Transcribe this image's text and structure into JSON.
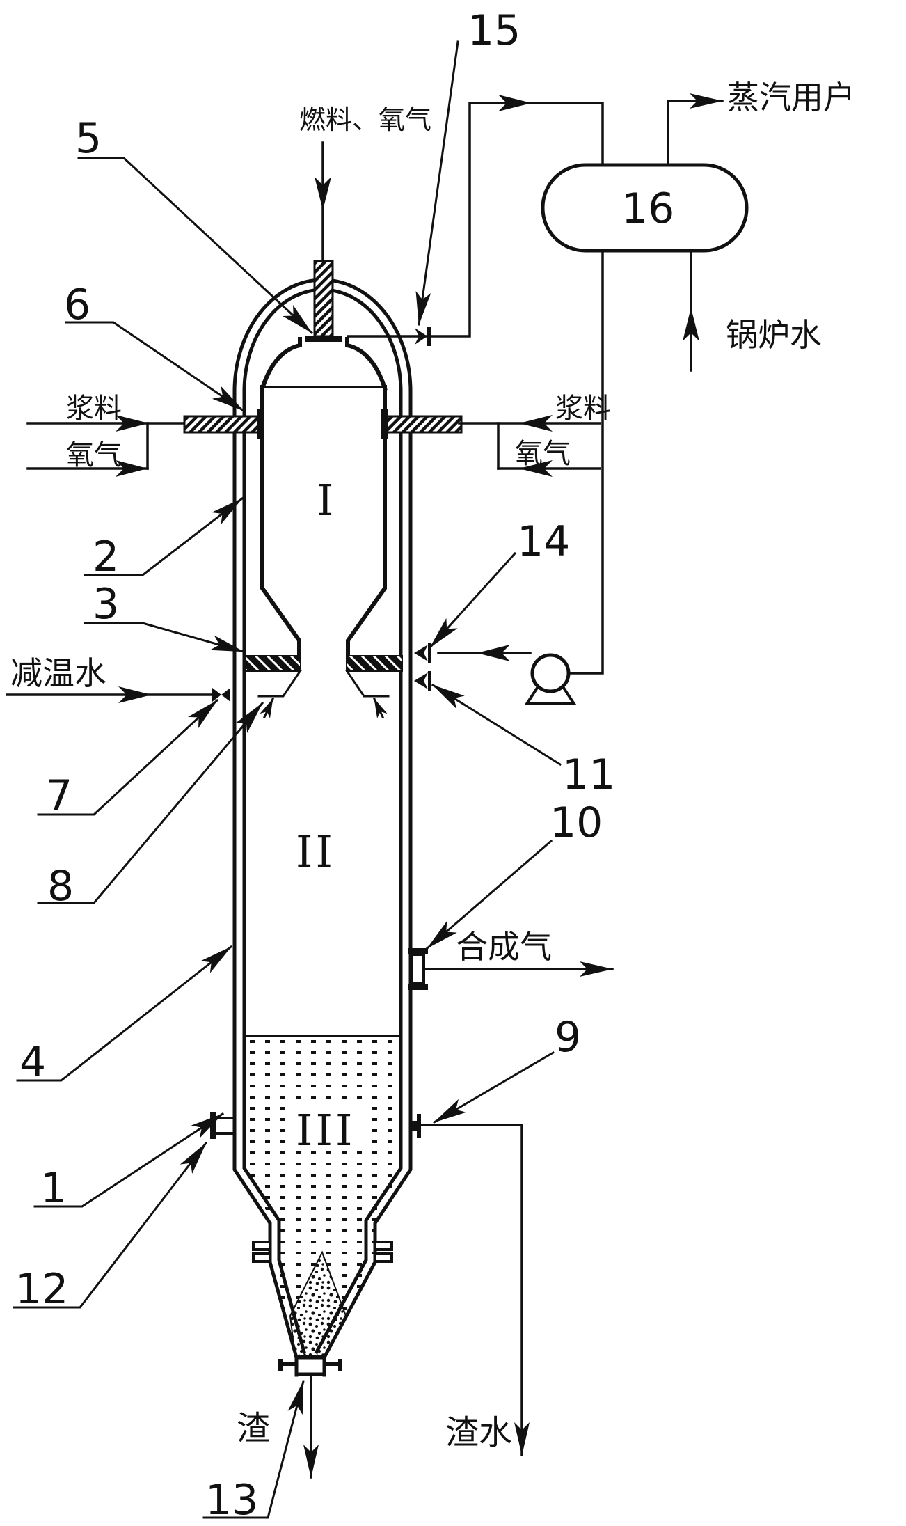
{
  "page": {
    "background_color": "#ffffff",
    "ink_color": "#111111",
    "description_type": "gasifier process flow diagram"
  },
  "labels": {
    "n1": "1",
    "n2": "2",
    "n3": "3",
    "n4": "4",
    "n5": "5",
    "n6": "6",
    "n7": "7",
    "n8": "8",
    "n9": "9",
    "n10": "10",
    "n11": "11",
    "n12": "12",
    "n13": "13",
    "n14": "14",
    "n15": "15",
    "n16": "16"
  },
  "sections": {
    "sec1": "I",
    "sec2": "II",
    "sec3": "III"
  },
  "streams": {
    "fuel_oxygen": "燃料、氧气",
    "steam_user": "蒸汽用户",
    "boiler_water": "锅炉水",
    "slurry_left": "浆料",
    "oxygen_left": "氧气",
    "slurry_right": "浆料",
    "oxygen_right": "氧气",
    "quench_water": "减温水",
    "syngas": "合成气",
    "slag": "渣",
    "slag_water": "渣水"
  }
}
